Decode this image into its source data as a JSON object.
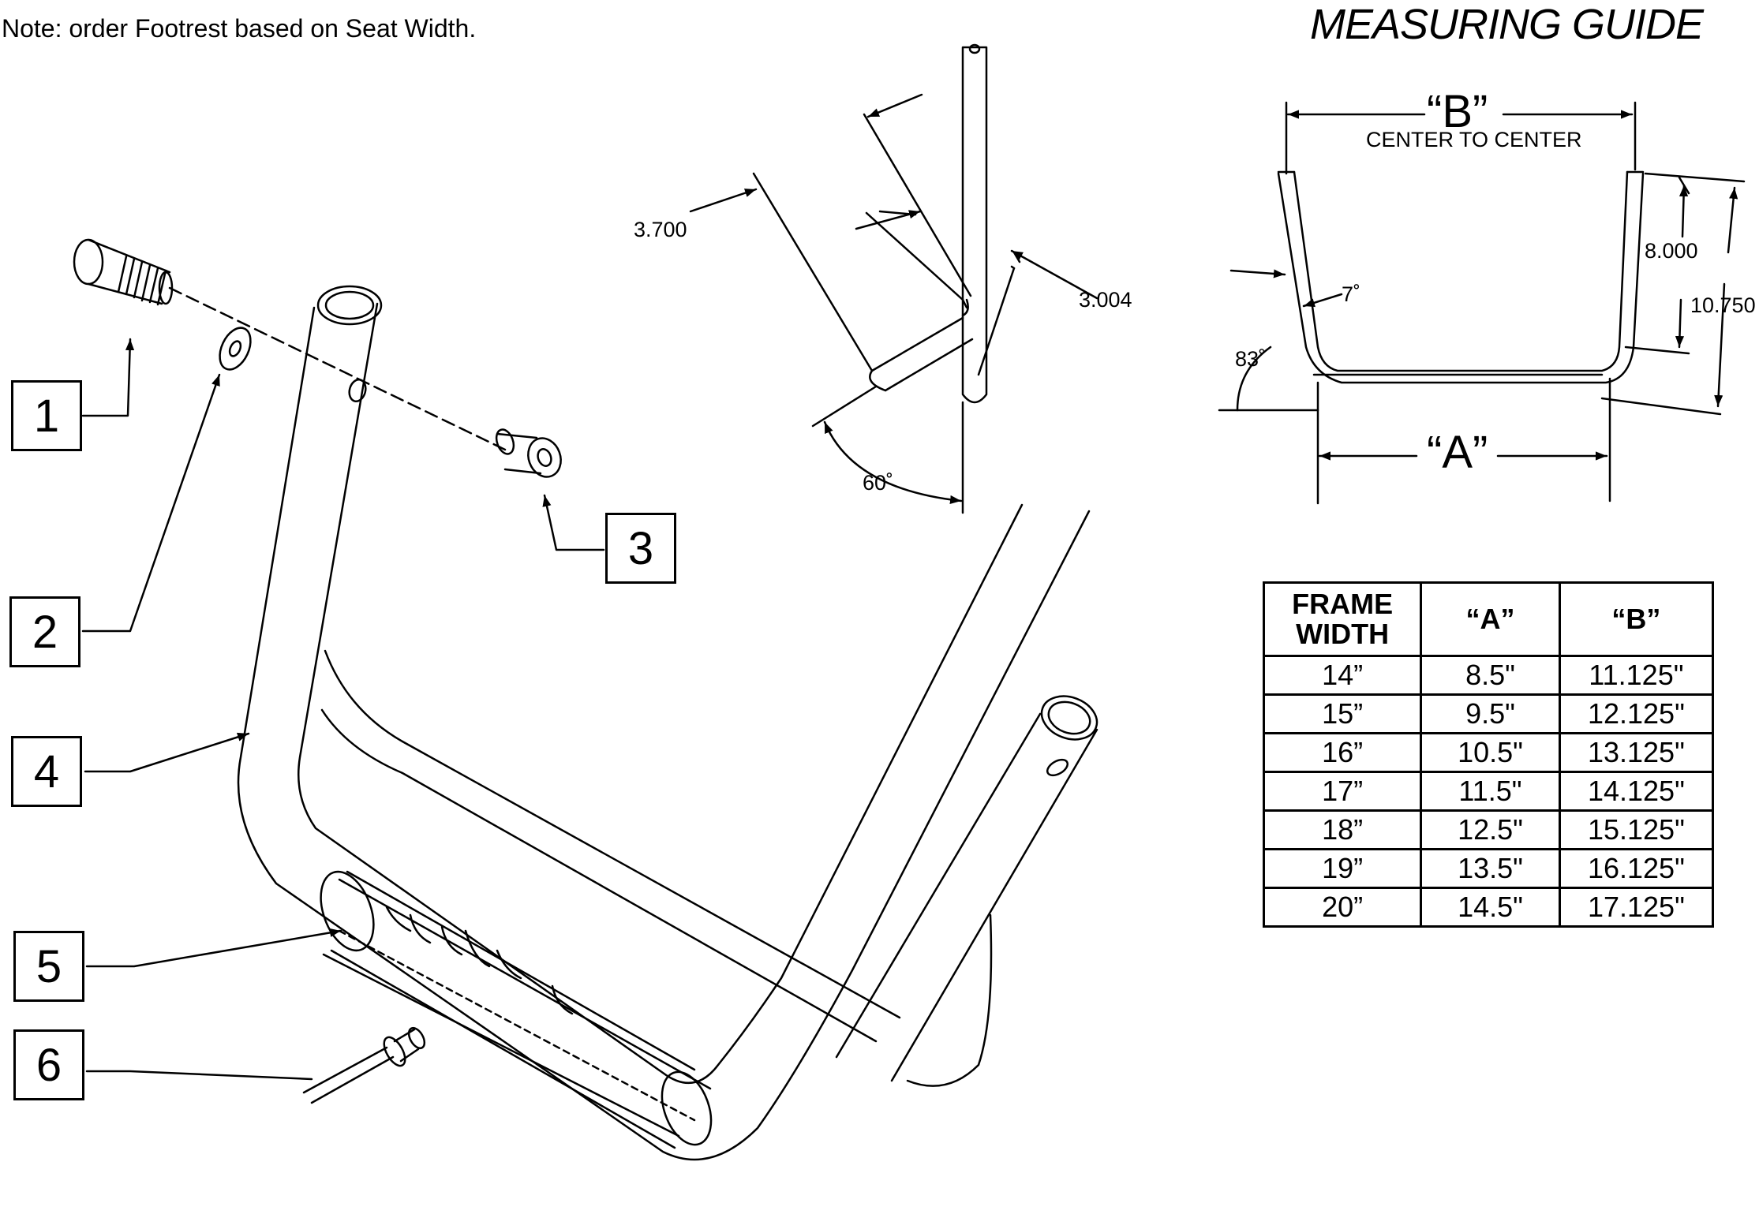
{
  "note": "Note: order Footrest based on Seat Width.",
  "guide_title": "MEASURING GUIDE",
  "callouts": [
    "1",
    "2",
    "3",
    "4",
    "5",
    "6"
  ],
  "side_view": {
    "dim_3700": "3.700",
    "dim_3004": "3.004",
    "angle_60": "60˚"
  },
  "measuring_guide": {
    "label_b": "“B”",
    "center_to_center": "CENTER TO CENTER",
    "label_a": "“A”",
    "dim_8000": "8.000",
    "dim_10750": "10.750",
    "angle_7": "7˚",
    "angle_83": "83˚"
  },
  "table": {
    "headers": [
      "FRAME\nWIDTH",
      "“A”",
      "“B”"
    ],
    "rows": [
      [
        "14”",
        "8.5\"",
        "11.125\""
      ],
      [
        "15”",
        "9.5\"",
        "12.125\""
      ],
      [
        "16”",
        "10.5\"",
        "13.125\""
      ],
      [
        "17”",
        "11.5\"",
        "14.125\""
      ],
      [
        "18”",
        "12.5\"",
        "15.125\""
      ],
      [
        "19”",
        "13.5\"",
        "16.125\""
      ],
      [
        "20”",
        "14.5\"",
        "17.125\""
      ]
    ]
  }
}
